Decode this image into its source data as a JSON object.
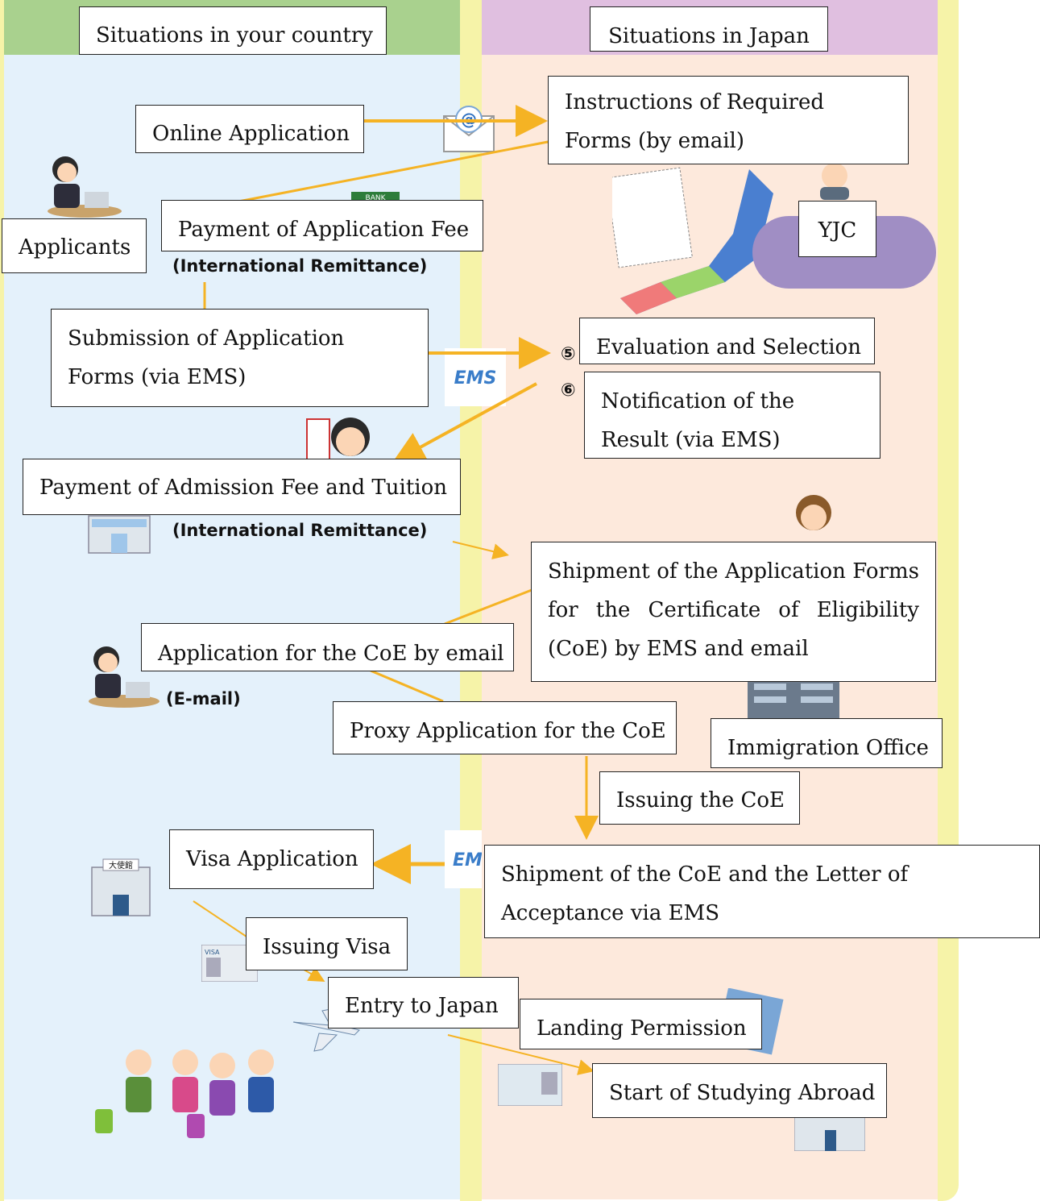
{
  "columns": {
    "left_header": "Situations in your country",
    "right_header": "Situations in Japan"
  },
  "actors": {
    "applicants": "Applicants",
    "yjc": "YJC",
    "immigration": "Immigration Office"
  },
  "steps": {
    "online_application": "Online Application",
    "instructions": "Instructions of Required Forms (by email)",
    "payment_application_fee": "Payment of Application Fee",
    "remittance_1": "(International Remittance)",
    "submission": "Submission of Application Forms (via EMS)",
    "evaluation": "Evaluation and Selection",
    "evaluation_num": "⑤",
    "notification": "Notification of the Result (via EMS)",
    "notification_num": "⑥",
    "payment_admission": "Payment of Admission Fee and Tuition",
    "remittance_2": "(International Remittance)",
    "shipment_coe_forms": "Shipment of the Application Forms for the Certificate of Eligibility (CoE) by EMS and email",
    "coe_application": "Application for the CoE by email",
    "email_note": "(E-mail)",
    "proxy_application": "Proxy Application for the CoE",
    "issuing_coe": "Issuing the CoE",
    "visa_application": "Visa Application",
    "shipment_coe": "Shipment of the CoE and the Letter of Acceptance via EMS",
    "issuing_visa": "Issuing Visa",
    "entry": "Entry to Japan",
    "landing": "Landing Permission",
    "start": "Start of Studying Abroad"
  },
  "icons": {
    "email": "@",
    "ems": "EMS",
    "bank": "BANK",
    "embassy": "大使館",
    "visa": "VISA"
  },
  "colors": {
    "arrow": "#f5b324",
    "left_bg": "#e4f1fb",
    "right_bg": "#fde9dc",
    "left_header": "#a9d18e",
    "right_header": "#e0bfe0",
    "border": "#f6f3a8",
    "yjc_badge": "#a08ec4"
  }
}
